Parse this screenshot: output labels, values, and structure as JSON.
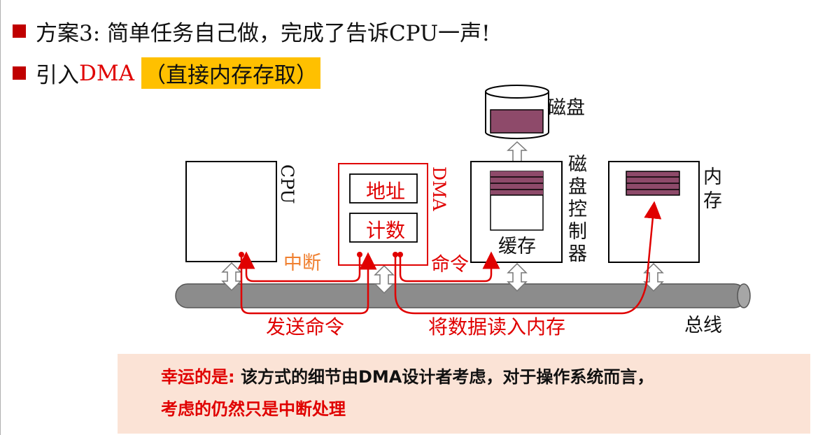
{
  "bullets": {
    "line1": "方案3: 简单任务自己做，完成了告诉CPU一声!",
    "line2_prefix": "引入",
    "line2_dma": "DMA",
    "line2_highlight": "（直接内存存取）"
  },
  "diagram": {
    "cpu": "CPU",
    "dma": "DMA",
    "dma_address": "地址",
    "dma_count": "计数",
    "disk": "磁盘",
    "disk_controller": [
      "磁",
      "盘",
      "控",
      "制",
      "器"
    ],
    "buffer": "缓存",
    "memory": [
      "内",
      "存"
    ],
    "interrupt": "中断",
    "command": "命令",
    "send_command": "发送命令",
    "read_to_memory": "将数据读入内存",
    "bus": "总线"
  },
  "note": {
    "lead": "幸运的是:",
    "body": "该方式的细节由DMA设计者考虑，对于操作系统而言，",
    "line2": "考虑的仍然只是中断处理"
  },
  "colors": {
    "accent_red": "#e00000",
    "bullet_red": "#c00000",
    "highlight": "#ffc000",
    "interrupt_orange": "#f08030",
    "block_purple": "#8e4a6a",
    "bus_gray": "#8c8c8c",
    "note_bg": "#fbe3d6"
  }
}
